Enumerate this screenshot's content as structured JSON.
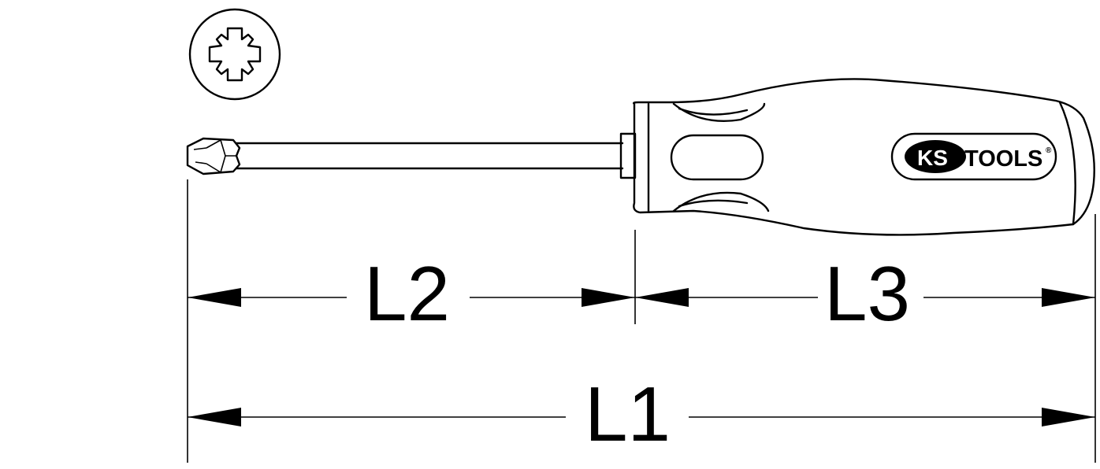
{
  "dimensions": {
    "l2": "L2",
    "l3": "L3",
    "l1": "L1"
  },
  "logo": {
    "ks": "KS",
    "tools": "TOOLS",
    "registered": "®"
  },
  "colors": {
    "line": "#000000",
    "background": "#ffffff"
  },
  "icons": {
    "tip_profile": "pozidriv-cross-icon"
  }
}
